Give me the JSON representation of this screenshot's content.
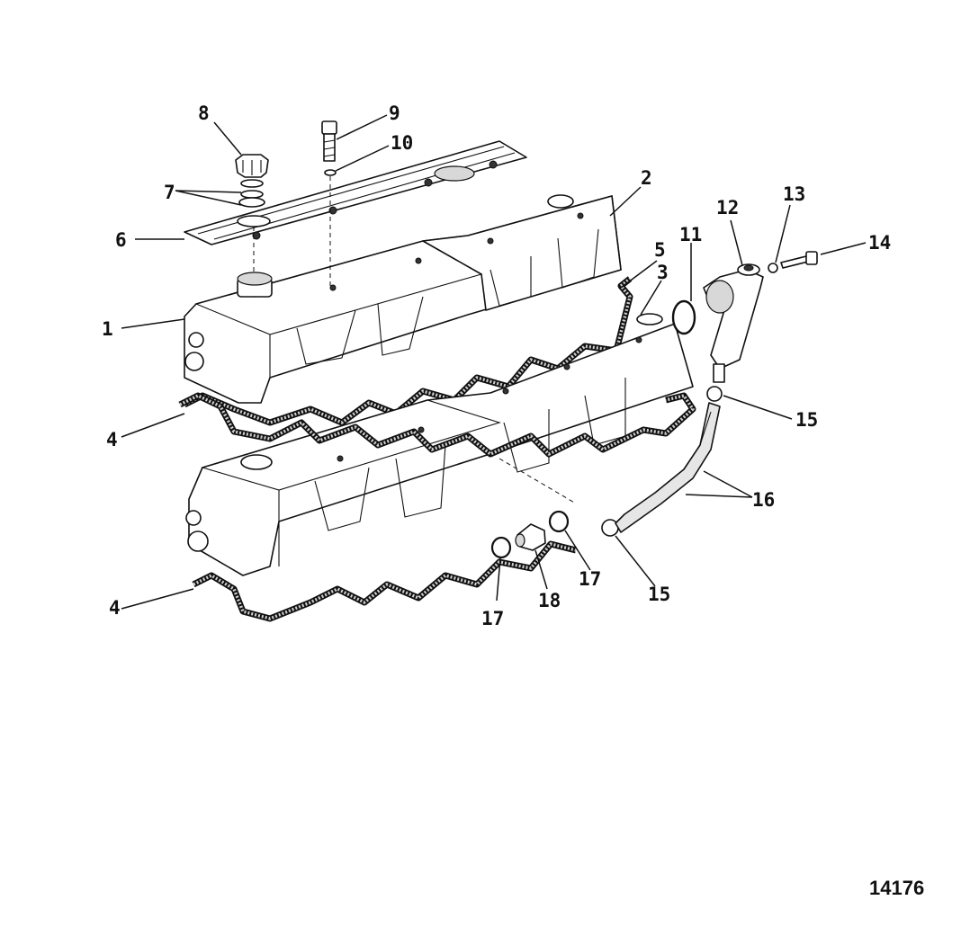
{
  "callouts": [
    {
      "id": "c1",
      "text": "1"
    },
    {
      "id": "c2",
      "text": "2"
    },
    {
      "id": "c3",
      "text": "3"
    },
    {
      "id": "c4a",
      "text": "4"
    },
    {
      "id": "c4b",
      "text": "4"
    },
    {
      "id": "c5",
      "text": "5"
    },
    {
      "id": "c6",
      "text": "6"
    },
    {
      "id": "c7",
      "text": "7"
    },
    {
      "id": "c8",
      "text": "8"
    },
    {
      "id": "c9",
      "text": "9"
    },
    {
      "id": "c10",
      "text": "10"
    },
    {
      "id": "c11",
      "text": "11"
    },
    {
      "id": "c12",
      "text": "12"
    },
    {
      "id": "c13",
      "text": "13"
    },
    {
      "id": "c14",
      "text": "14"
    },
    {
      "id": "c15a",
      "text": "15"
    },
    {
      "id": "c15b",
      "text": "15"
    },
    {
      "id": "c16",
      "text": "16"
    },
    {
      "id": "c17a",
      "text": "17"
    },
    {
      "id": "c17b",
      "text": "17"
    },
    {
      "id": "c18",
      "text": "18"
    }
  ],
  "figure_number": "14176"
}
